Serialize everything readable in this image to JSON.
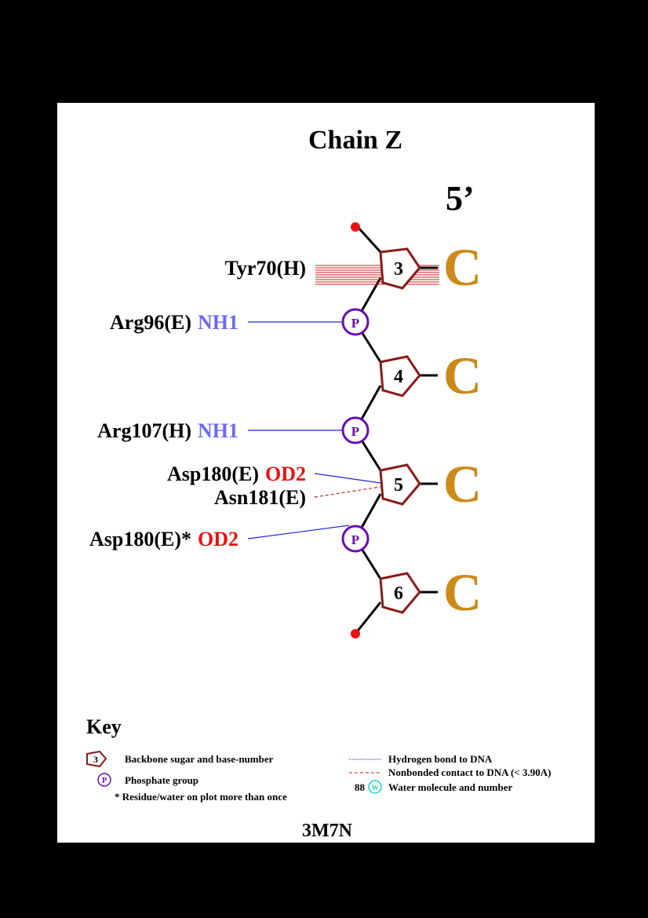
{
  "title": "Chain Z",
  "five_prime": "5’",
  "nucleotides": [
    {
      "number": "3",
      "base": "C"
    },
    {
      "number": "4",
      "base": "C"
    },
    {
      "number": "5",
      "base": "C"
    },
    {
      "number": "6",
      "base": "C"
    }
  ],
  "phosphate_label": "P",
  "interactions": [
    {
      "residue": "Tyr70(H)",
      "atom": "",
      "target": "sugar-3",
      "type": "stacking"
    },
    {
      "residue": "Arg96(E)",
      "atom": "NH1",
      "target": "phosphate-1",
      "type": "hbond"
    },
    {
      "residue": "Arg107(H)",
      "atom": "NH1",
      "target": "phosphate-2",
      "type": "hbond"
    },
    {
      "residue": "Asp180(E)",
      "atom": "OD2",
      "target": "sugar-5",
      "type": "hbond"
    },
    {
      "residue": "Asn181(E)",
      "atom": "",
      "target": "sugar-5",
      "type": "nonbonded"
    },
    {
      "residue": "Asp180(E)*",
      "atom": "OD2",
      "target": "phosphate-3",
      "type": "hbond"
    }
  ],
  "key": {
    "title": "Key",
    "sugar_example_number": "3",
    "sugar_text": "Backbone sugar and base-number",
    "phosphate_text": "Phosphate group",
    "star_text": "* Residue/water on plot more than once",
    "hbond_text": "Hydrogen bond to DNA",
    "nonbonded_text": "Nonbonded contact to DNA (< 3.90A)",
    "water_number": "88",
    "water_symbol": "W",
    "water_text": "Water molecule and number"
  },
  "pdb_id": "3M7N",
  "colors": {
    "sugar": "#8b1a1a",
    "base": "#cc8a1a",
    "phosphate": "#6a0dad",
    "hbond": "#2323d4",
    "nonbonded": "#cc2222",
    "atom_nitrogen": "#6a6aee",
    "atom_oxygen": "#ee1111",
    "terminal_dot": "#ee1111",
    "water": "#22cccc"
  }
}
